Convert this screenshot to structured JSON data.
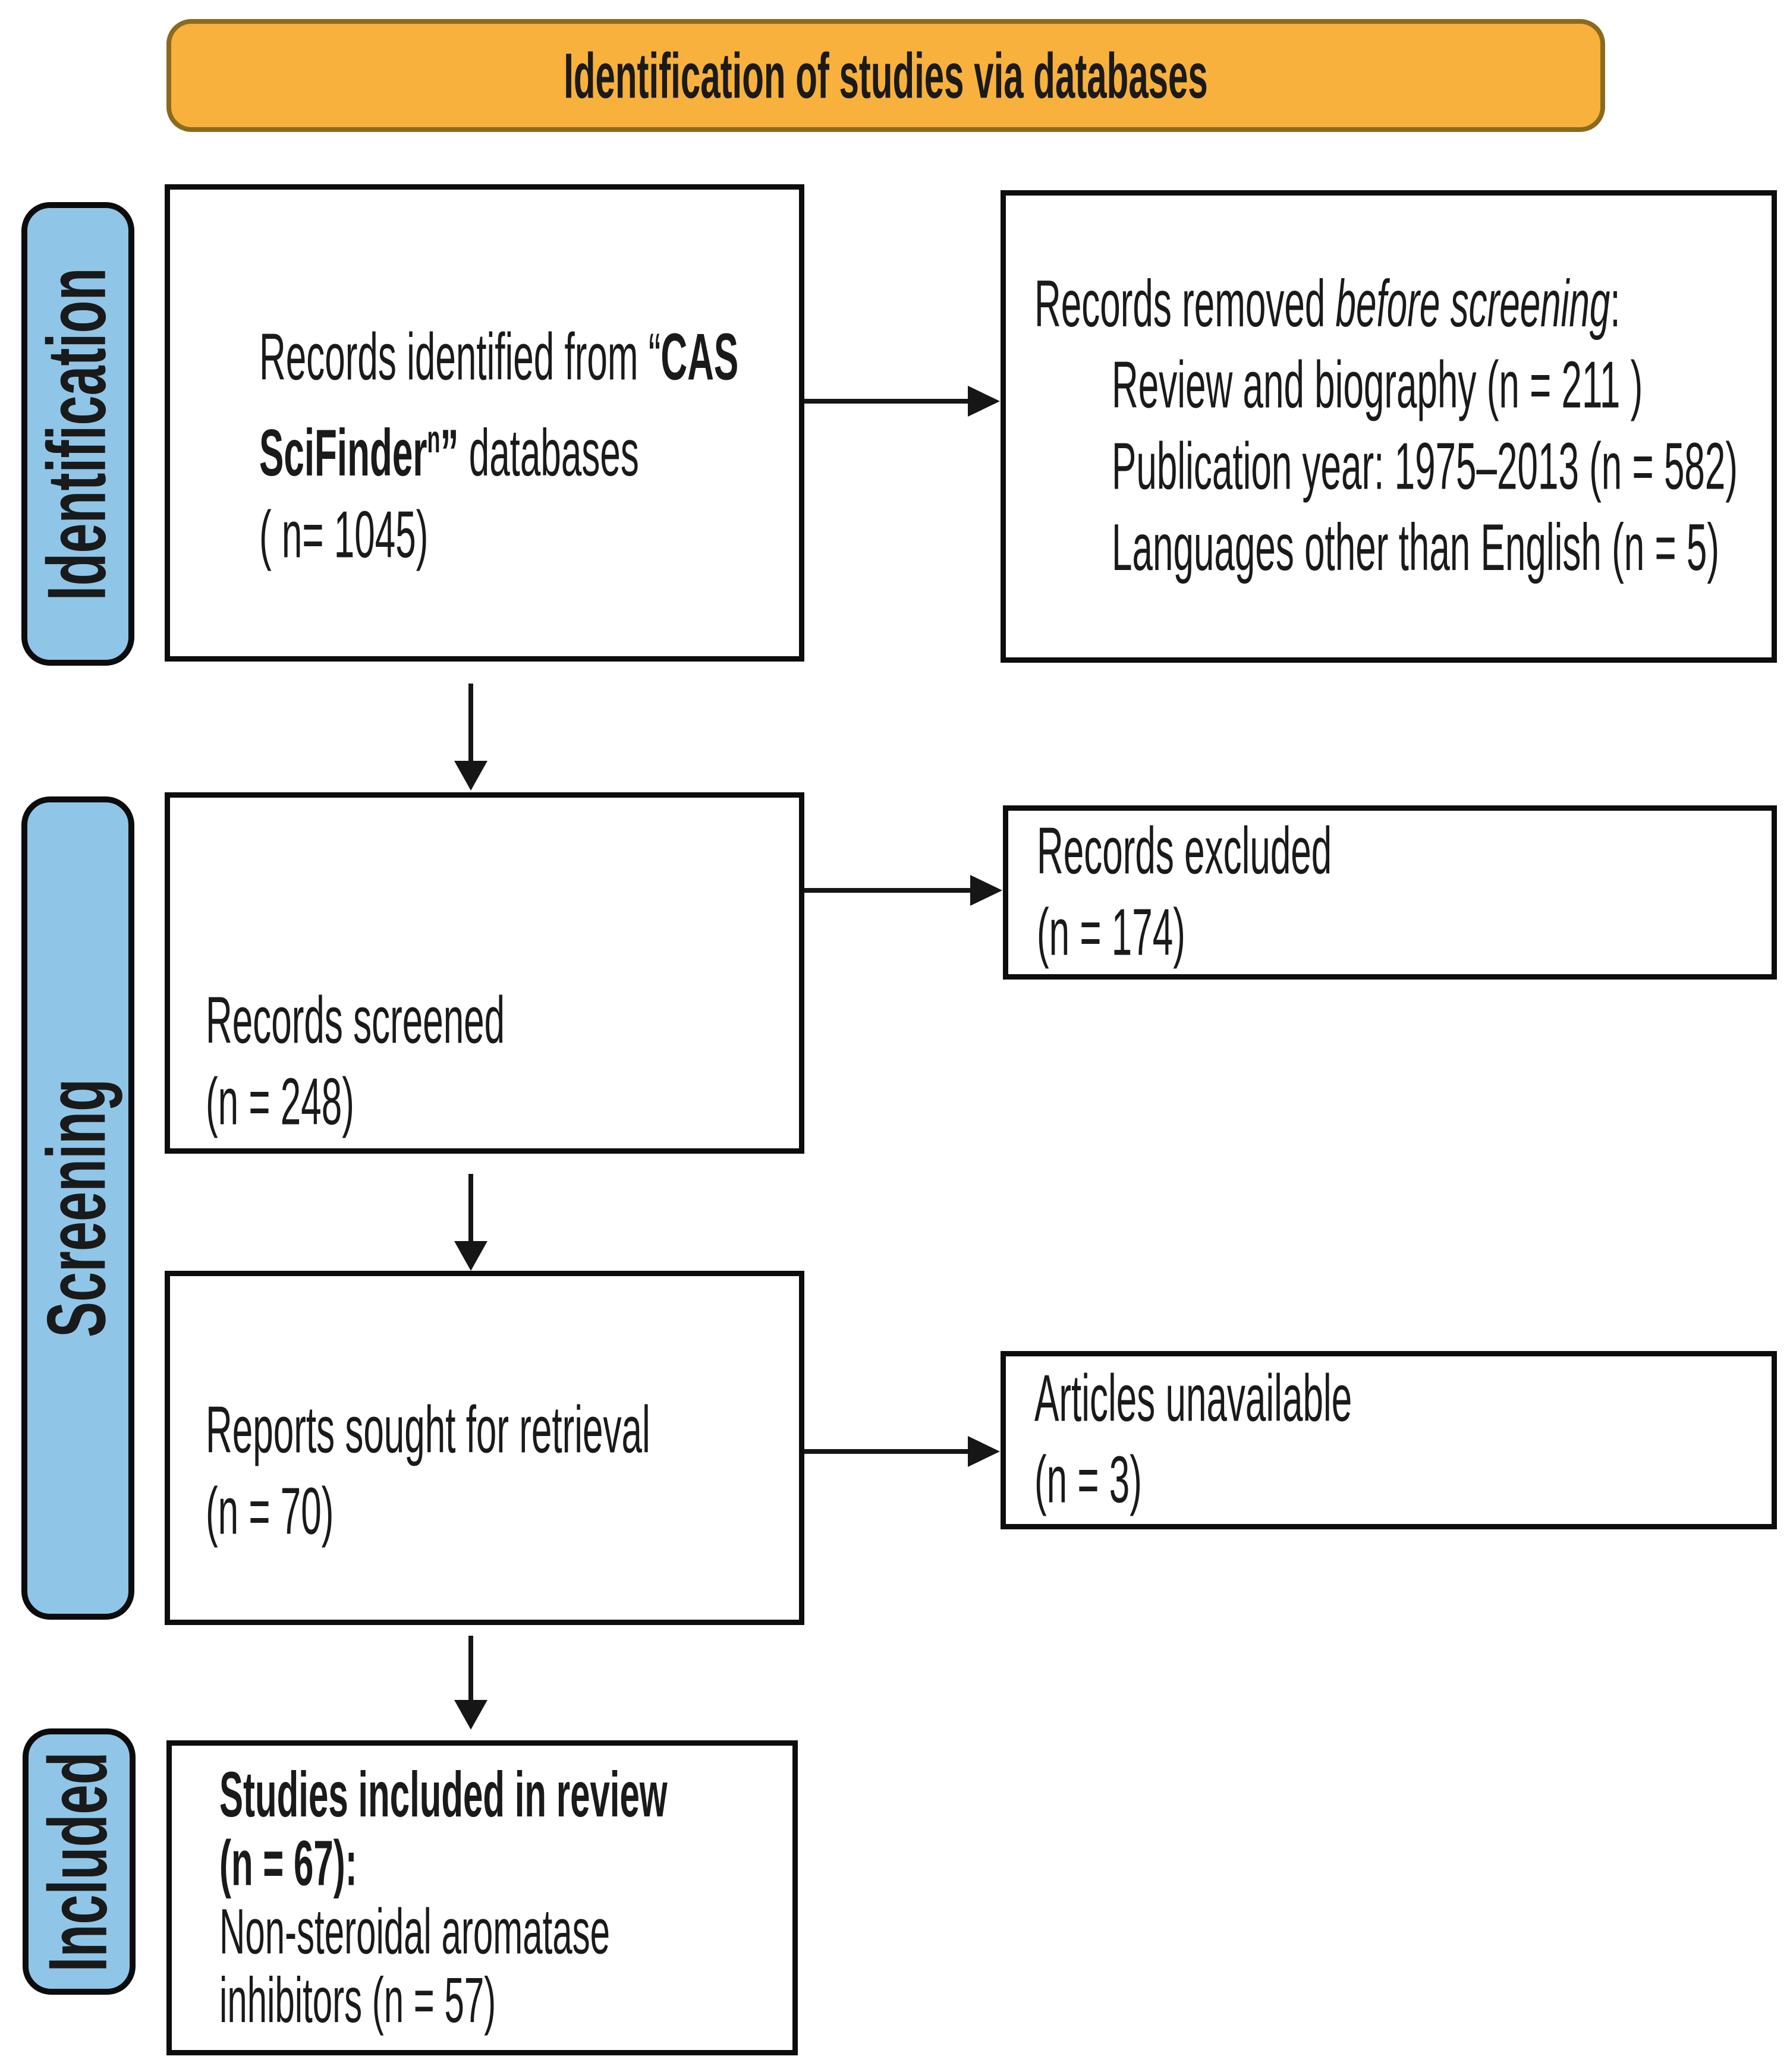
{
  "colors": {
    "banner-fill": "#F8B13C",
    "banner-border": "#8A6A1E",
    "stage-fill": "#8FC6E8",
    "stage-border": "#0C0C0C",
    "box-border": "#0D0D0D",
    "arrow": "#161616",
    "text": "#1A1A1A",
    "background": "#FFFFFF"
  },
  "banner": {
    "label": "Identification of studies via databases"
  },
  "stages": [
    {
      "id": "identification",
      "label": "Identification"
    },
    {
      "id": "screening",
      "label": "Screening"
    },
    {
      "id": "included",
      "label": "Included"
    }
  ],
  "boxes": {
    "records_identified": {
      "lines": [
        {
          "runs": [
            {
              "t": "Records identified from “"
            },
            {
              "t": "CAS",
              "b": true
            }
          ]
        },
        {
          "runs": [
            {
              "t": "SciFinder",
              "b": true
            },
            {
              "t": "n",
              "b": true,
              "sup": true
            },
            {
              "t": "”",
              "b": true
            },
            {
              "t": " databases"
            }
          ]
        },
        {
          "runs": [
            {
              "t": "( n= 1045)"
            }
          ]
        }
      ]
    },
    "records_removed": {
      "lines": [
        {
          "runs": [
            {
              "t": "Records removed "
            },
            {
              "t": "before screening",
              "i": true
            },
            {
              "t": ":"
            }
          ]
        },
        {
          "indent": true,
          "runs": [
            {
              "t": "Review and biography (n = 211 )"
            }
          ]
        },
        {
          "indent": true,
          "runs": [
            {
              "t": "Publication year: 1975–2013 (n = 582)"
            }
          ]
        },
        {
          "indent": true,
          "runs": [
            {
              "t": "Languages other than English (n = 5)"
            }
          ]
        }
      ]
    },
    "records_screened": {
      "lines": [
        {
          "runs": [
            {
              "t": "Records screened"
            }
          ]
        },
        {
          "runs": [
            {
              "t": "(n = 248)"
            }
          ]
        }
      ]
    },
    "records_excluded": {
      "lines": [
        {
          "runs": [
            {
              "t": "Records excluded"
            }
          ]
        },
        {
          "runs": [
            {
              "t": "(n = 174)"
            }
          ]
        }
      ]
    },
    "reports_sought": {
      "lines": [
        {
          "runs": [
            {
              "t": "Reports sought for retrieval"
            }
          ]
        },
        {
          "runs": [
            {
              "t": "(n = 70)"
            }
          ]
        }
      ]
    },
    "articles_unavailable": {
      "lines": [
        {
          "runs": [
            {
              "t": "Articles unavailable"
            }
          ]
        },
        {
          "runs": [
            {
              "t": "(n = 3)"
            }
          ]
        }
      ]
    },
    "studies_included": {
      "lines": [
        {
          "runs": [
            {
              "t": "Studies included in review",
              "b": true
            }
          ]
        },
        {
          "runs": [
            {
              "t": "(n = 67):",
              "b": true
            }
          ]
        },
        {
          "runs": [
            {
              "t": "Non-steroidal aromatase"
            }
          ]
        },
        {
          "runs": [
            {
              "t": "inhibitors (n = 57)"
            }
          ]
        }
      ]
    }
  }
}
